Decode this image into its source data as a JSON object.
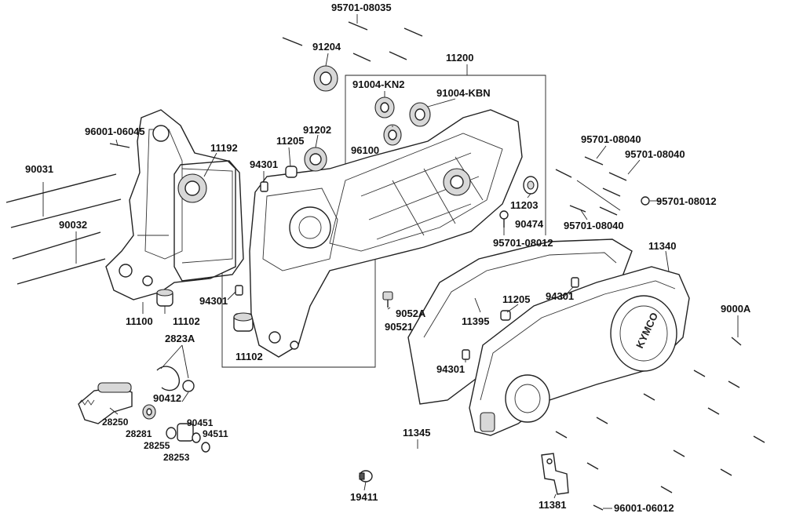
{
  "brand_text": "KYMCO",
  "labels": {
    "p95701_08035": "95701-08035",
    "p91204": "91204",
    "p11200": "11200",
    "p91004_kn2": "91004-KN2",
    "p91004_kbn": "91004-KBN",
    "p96001_06045": "96001-06045",
    "p11205_a": "11205",
    "p91202": "91202",
    "p11192": "11192",
    "p94301_a": "94301",
    "p96100": "96100",
    "p90031": "90031",
    "p90032": "90032",
    "p11203": "11203",
    "p90474": "90474",
    "p95701_08040_a": "95701-08040",
    "p95701_08040_b": "95701-08040",
    "p95701_08012_a": "95701-08012",
    "p95701_08040_c": "95701-08040",
    "p95701_08012_b": "95701-08012",
    "p11340": "11340",
    "p94301_b": "94301",
    "p11100": "11100",
    "p11102_a": "11102",
    "p9052a": "9052A",
    "p90521": "90521",
    "p11205_b": "11205",
    "p94301_c": "94301",
    "p11395": "11395",
    "p9000a": "9000A",
    "p11102_b": "11102",
    "p2823a": "2823A",
    "p94301_d": "94301",
    "p90412": "90412",
    "p28250": "28250",
    "p28281": "28281",
    "p90451": "90451",
    "p94511": "94511",
    "p28255": "28255",
    "p28253": "28253",
    "p11345": "11345",
    "p19411": "19411",
    "p11381": "11381",
    "p96001_06012": "96001-06012"
  }
}
